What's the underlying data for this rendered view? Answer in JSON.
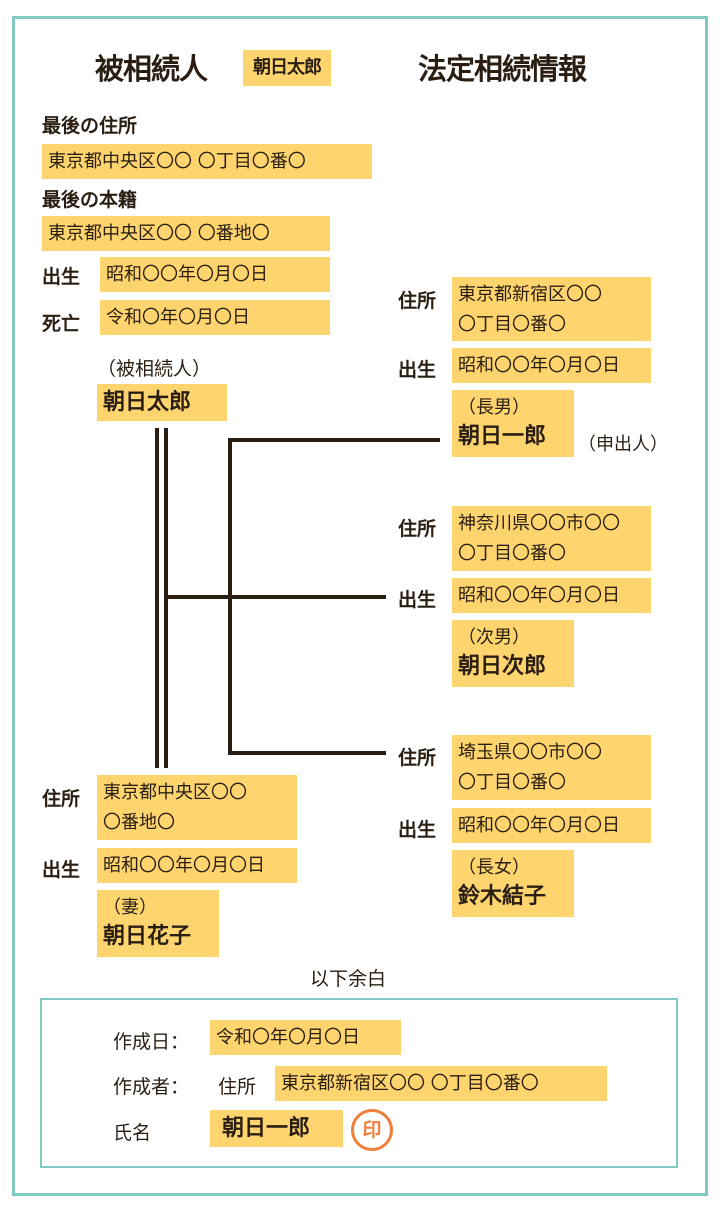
{
  "title": {
    "prefix": "被相続人",
    "name": "朝日太郎",
    "suffix": "法定相続情報"
  },
  "decedent": {
    "last_address_label": "最後の住所",
    "last_address": "東京都中央区〇〇 〇丁目〇番〇",
    "domicile_label": "最後の本籍",
    "domicile": "東京都中央区〇〇 〇番地〇",
    "birth_label": "出生",
    "birth": "昭和〇〇年〇月〇日",
    "death_label": "死亡",
    "death": "令和〇年〇月〇日",
    "relation": "（被相続人）",
    "name": "朝日太郎"
  },
  "spouse": {
    "address_label": "住所",
    "address_line1": "東京都中央区〇〇",
    "address_line2": "〇番地〇",
    "birth_label": "出生",
    "birth": "昭和〇〇年〇月〇日",
    "relation": "（妻）",
    "name": "朝日花子"
  },
  "children": [
    {
      "address_label": "住所",
      "address_line1": "東京都新宿区〇〇",
      "address_line2": "〇丁目〇番〇",
      "birth_label": "出生",
      "birth": "昭和〇〇年〇月〇日",
      "relation": "（長男）",
      "name": "朝日一郎",
      "note": "（申出人）"
    },
    {
      "address_label": "住所",
      "address_line1": "神奈川県〇〇市〇〇",
      "address_line2": "〇丁目〇番〇",
      "birth_label": "出生",
      "birth": "昭和〇〇年〇月〇日",
      "relation": "（次男）",
      "name": "朝日次郎"
    },
    {
      "address_label": "住所",
      "address_line1": "埼玉県〇〇市〇〇",
      "address_line2": "〇丁目〇番〇",
      "birth_label": "出生",
      "birth": "昭和〇〇年〇月〇日",
      "relation": "（長女）",
      "name": "鈴木結子"
    }
  ],
  "remainder_blank": "以下余白",
  "footer": {
    "date_label": "作成日：",
    "date": "令和〇年〇月〇日",
    "creator_label": "作成者：",
    "address_label": "住所",
    "address": "東京都新宿区〇〇 〇丁目〇番〇",
    "name_label": "氏名",
    "name": "朝日一郎",
    "seal": "印"
  },
  "colors": {
    "frame": "#7fcbbf",
    "highlight": "#fdd46e",
    "seal": "#f07f3c",
    "text": "#2a1e12"
  }
}
